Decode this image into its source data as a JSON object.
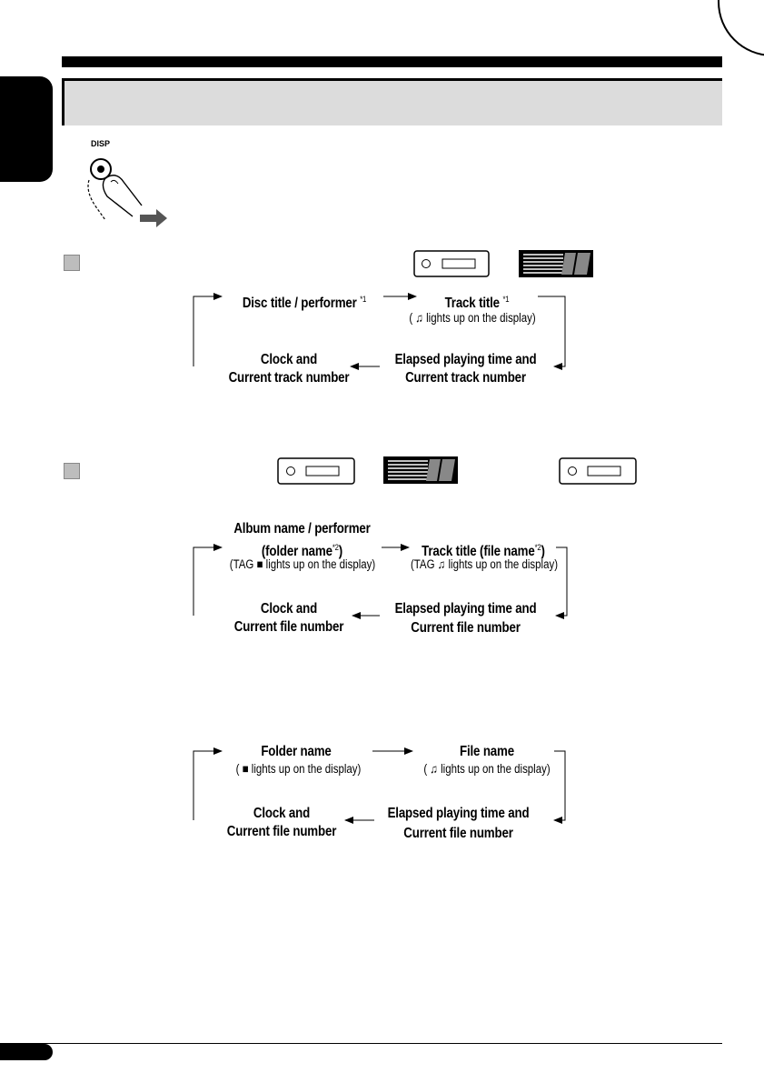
{
  "header": {
    "disp_label": "DISP"
  },
  "section_cd": {
    "cycle": {
      "top_left": "Disc title / performer",
      "top_left_note": "*1",
      "top_right": "Track title",
      "top_right_note": "*1",
      "top_right_sub": "( ♫ lights up on the display)",
      "bottom_left_1": "Clock and",
      "bottom_left_2": "Current track number",
      "bottom_right_1": "Elapsed playing time and",
      "bottom_right_2": "Current track number"
    }
  },
  "section_mp3_tag": {
    "cycle": {
      "top_left_1": "Album name / performer",
      "top_left_2a": "(folder name",
      "top_left_note": "*2",
      "top_left_2b": ")",
      "top_left_sub": "(TAG ■ lights up on the display)",
      "top_right_a": "Track title (file name",
      "top_right_note": "*2",
      "top_right_b": ")",
      "top_right_sub": "(TAG ♫ lights up on the display)",
      "bottom_left_1": "Clock and",
      "bottom_left_2": "Current file number",
      "bottom_right_1": "Elapsed playing time and",
      "bottom_right_2": "Current file number"
    }
  },
  "section_mp3_notag": {
    "cycle": {
      "top_left": "Folder name",
      "top_left_sub": "( ■ lights up on the display)",
      "top_right": "File name",
      "top_right_sub": "( ♫ lights up on the display)",
      "bottom_left_1": "Clock and",
      "bottom_left_2": "Current file number",
      "bottom_right_1": "Elapsed playing time and",
      "bottom_right_2": "Current file number"
    }
  },
  "icons": {
    "disp_button": "disp-button-finger-icon",
    "unit_small": "display-unit-icon",
    "unit_striped": "striped-display-icon",
    "music_note": "music-note-icon",
    "folder": "folder-icon"
  }
}
